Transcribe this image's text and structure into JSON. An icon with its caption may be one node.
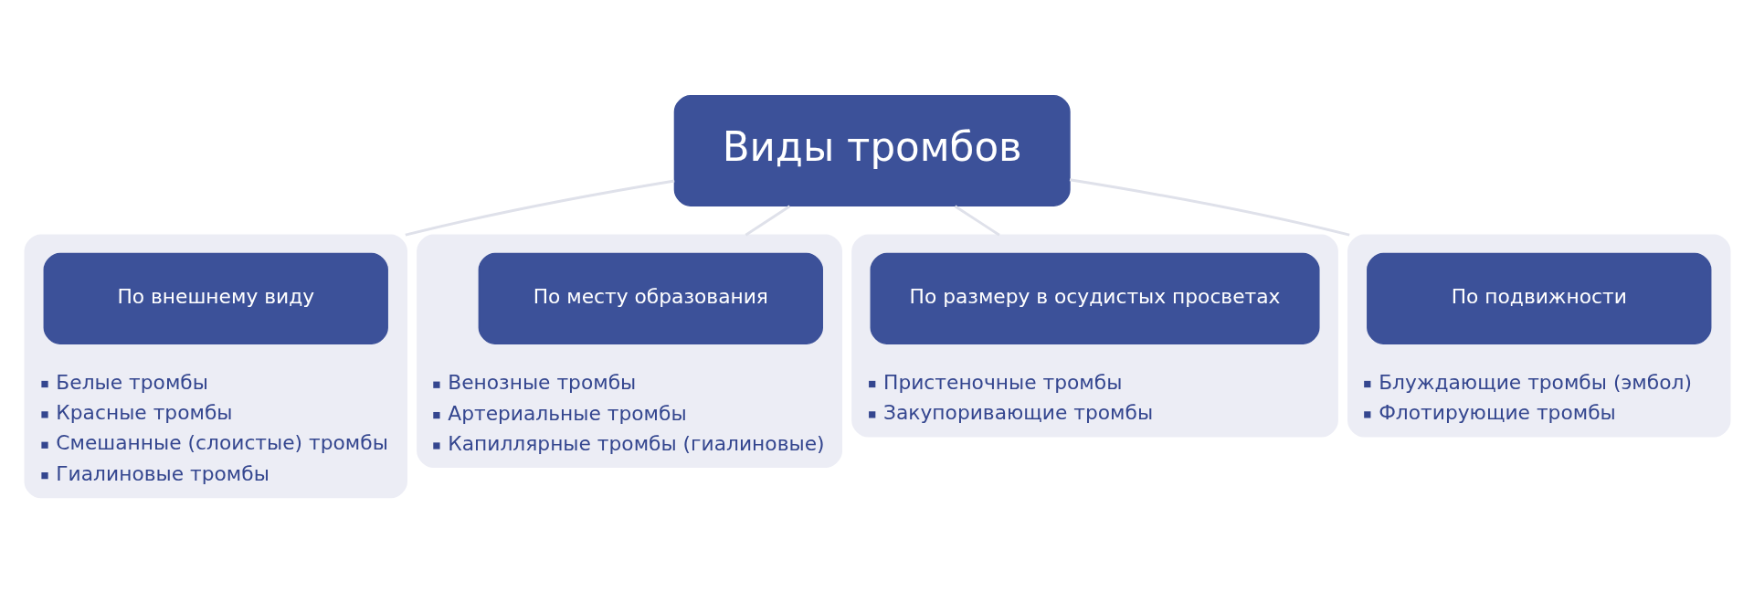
{
  "diagram": {
    "nodes": [
      {
        "text": [
          "Виды тромбов"
        ]
      },
      {
        "text": [
          "Белые тромбы",
          "Красные тромбы",
          "Смешанные (слоистые) тромбы",
          "Гиалиновые тромбы"
        ]
      },
      {
        "text": [
          "По внешнему виду"
        ],
        "in": 1
      },
      {
        "text": [
          "Венозные тромбы",
          "Артериальные тромбы",
          "Капиллярные тромбы (гиалиновые)"
        ]
      },
      {
        "text": [
          "По месту образования"
        ],
        "in": 3
      },
      {
        "text": [
          "Пристеночные тромбы",
          "Закупоривающие тромбы"
        ]
      },
      {
        "text": [
          "По размеру в осудистых просветах"
        ],
        "in": 5
      },
      {
        "text": [
          "Блуждающие тромбы (эмбол)",
          "Флотирующие тромбы"
        ]
      },
      {
        "text": [
          "По подвижности"
        ],
        "in": 7
      }
    ],
    "edges": [
      {
        "from": 0,
        "to": 1,
        "arrow": "none"
      },
      {
        "from": 0,
        "to": 3,
        "arrow": "none"
      },
      {
        "from": 0,
        "to": 5,
        "arrow": "none"
      },
      {
        "from": 0,
        "to": 7,
        "arrow": "none"
      }
    ]
  }
}
